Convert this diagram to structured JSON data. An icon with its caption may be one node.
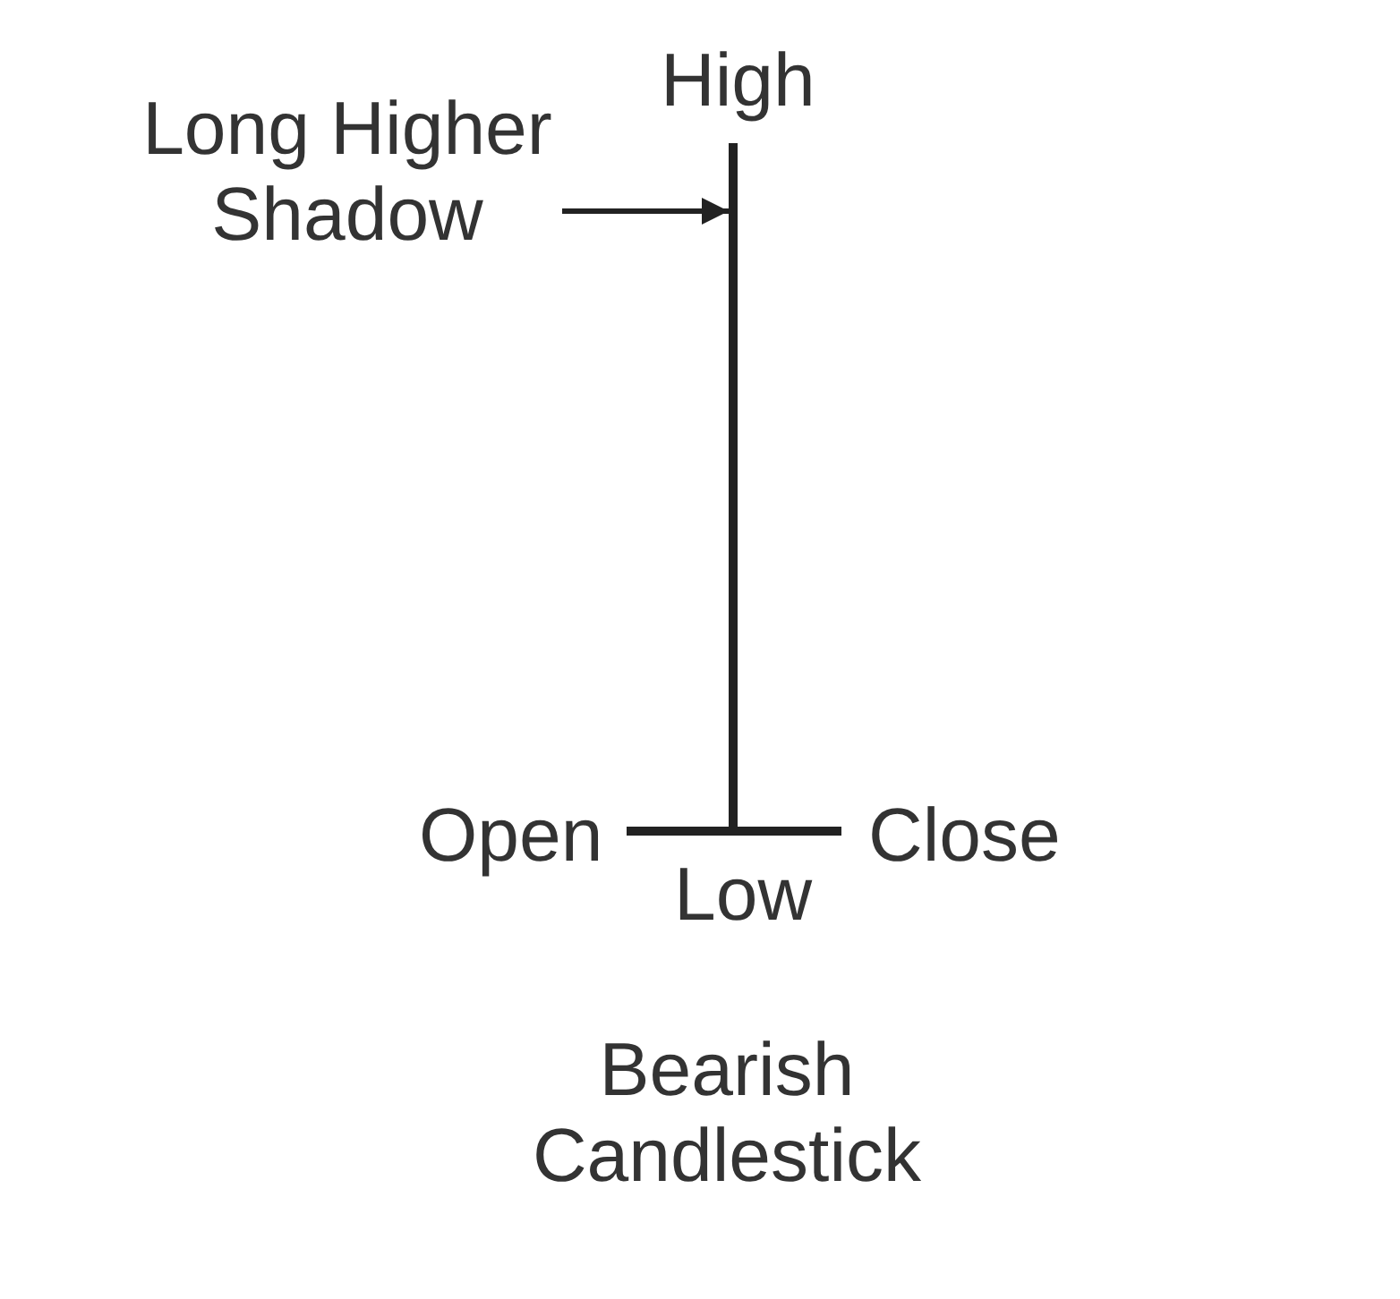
{
  "diagram": {
    "caption": "Bearish Candlestick",
    "nodes": [
      {
        "text": [
          "Long Higher Shadow"
        ]
      },
      {
        "text": [],
        "shape": "bar"
      }
    ],
    "edges": [
      {
        "from": 0,
        "to": 1,
        "arrow": "to"
      }
    ],
    "labels": [
      "High",
      "Open",
      "Close",
      "Low"
    ]
  }
}
